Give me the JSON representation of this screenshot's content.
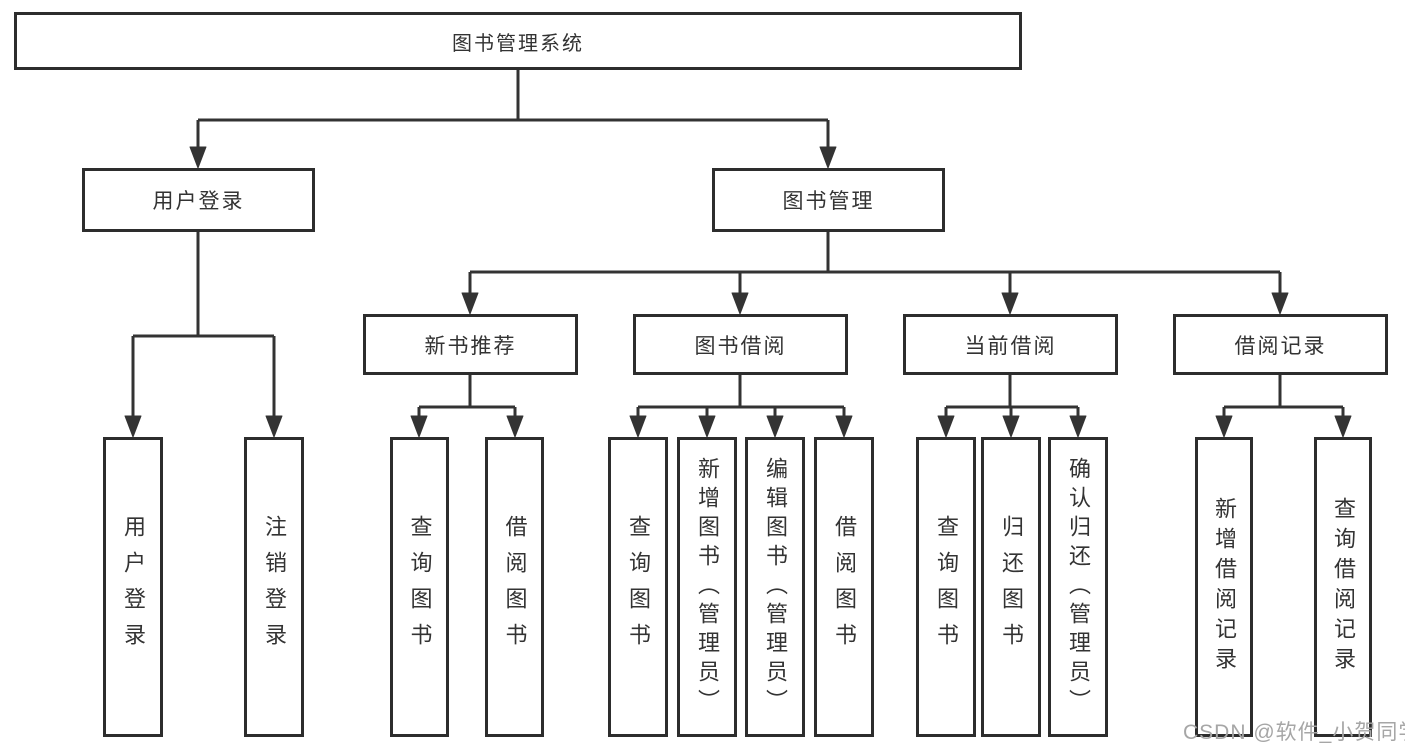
{
  "tree": {
    "title": "图书管理系统",
    "branches": [
      {
        "label": "用户登录",
        "children": [
          "用户登录",
          "注销登录"
        ]
      },
      {
        "label": "图书管理",
        "children": [
          {
            "label": "新书推荐",
            "children": [
              "查询图书",
              "借阅图书"
            ]
          },
          {
            "label": "图书借阅",
            "children": [
              "查询图书",
              "新增图书（管理员）",
              "编辑图书（管理员）",
              "借阅图书"
            ]
          },
          {
            "label": "当前借阅",
            "children": [
              "查询图书",
              "归还图书",
              "确认归还（管理员）"
            ]
          },
          {
            "label": "借阅记录",
            "children": [
              "新增借阅记录",
              "查询借阅记录"
            ]
          }
        ]
      }
    ]
  },
  "watermark": {
    "text": "CSDN @软件_小贺同学"
  },
  "colors": {
    "background": "#ffffff",
    "line": "#333333",
    "border": "#2d2d2d",
    "text": "#333333",
    "watermark": "#a6a6a6"
  }
}
